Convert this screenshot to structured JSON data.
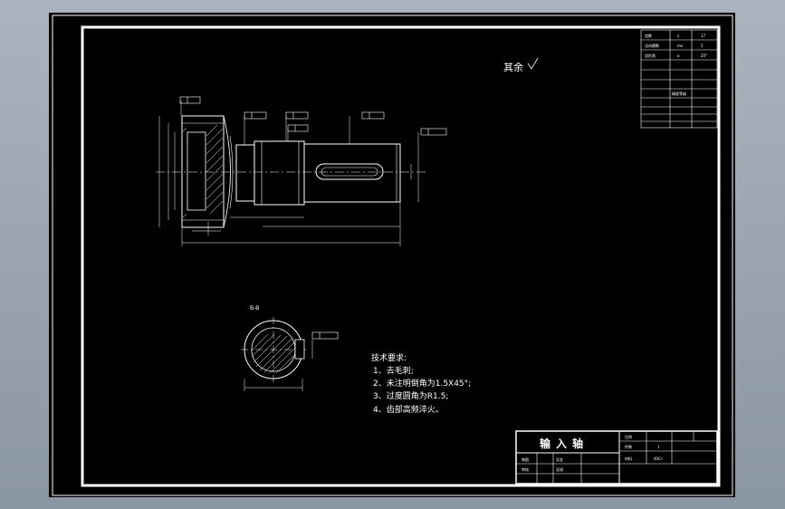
{
  "roughness_label": "其余",
  "section_label": "B-B",
  "tech_requirements": {
    "heading": "技术要求:",
    "items": [
      "1、去毛刺;",
      "2、未注明倒角为1.5X45°;",
      "3、过度圆角为R1.5;",
      "4、齿部高频淬火。"
    ]
  },
  "param_table": {
    "rows": [
      {
        "name": "齿数",
        "symbol": "z",
        "value": "17"
      },
      {
        "name": "法向模数",
        "symbol": "mn",
        "value": "2"
      },
      {
        "name": "齿形角",
        "symbol": "α",
        "value": "20°"
      }
    ],
    "precision_label": "精度等级"
  },
  "title_block": {
    "part_name": "输入轴",
    "scale_label": "比例",
    "quantity_label": "件数",
    "quantity_value": "1",
    "material_label": "材料",
    "material_value": "40Cr",
    "rows": [
      {
        "label": "制图",
        "name": "吴金"
      },
      {
        "label": "审核",
        "name": "吴锐"
      }
    ]
  }
}
